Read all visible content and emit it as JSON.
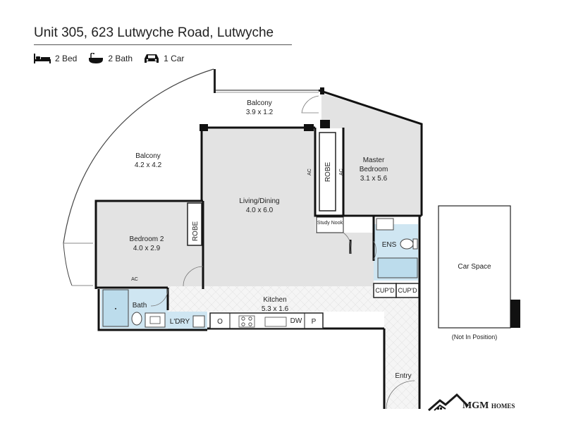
{
  "title": "Unit 305, 623 Lutwyche Road, Lutwyche",
  "features": [
    {
      "icon": "bed-icon",
      "label": "2 Bed"
    },
    {
      "icon": "bathtub-icon",
      "label": "2 Bath"
    },
    {
      "icon": "car-icon",
      "label": "1 Car"
    }
  ],
  "rooms": {
    "balcony_top": {
      "name": "Balcony",
      "size": "3.9 x 1.2"
    },
    "balcony_left": {
      "name": "Balcony",
      "size": "4.2 x 4.2"
    },
    "master_bedroom": {
      "name_line1": "Master",
      "name_line2": "Bedroom",
      "size": "3.1 x 5.6"
    },
    "living_dining": {
      "name": "Living/Dining",
      "size": "4.0 x 6.0"
    },
    "bedroom2": {
      "name": "Bedroom 2",
      "size": "4.0 x 2.9"
    },
    "kitchen": {
      "name": "Kitchen",
      "size": "5.3 x 1.6"
    },
    "bath": {
      "name": "Bath"
    },
    "ens": {
      "name": "ENS"
    },
    "laundry": {
      "name": "L'DRY"
    },
    "entry": {
      "name": "Entry"
    },
    "study_nook": {
      "name": "Study Nook"
    },
    "car_space": {
      "name": "Car Space",
      "note": "(Not In Position)"
    }
  },
  "fixtures": {
    "robe": "ROBE",
    "ac": "AC",
    "cupd": "CUP'D",
    "oven": "O",
    "dishwasher": "DW",
    "pantry": "P"
  },
  "logo": {
    "brand": "MGM",
    "suffix": "HOMES"
  }
}
